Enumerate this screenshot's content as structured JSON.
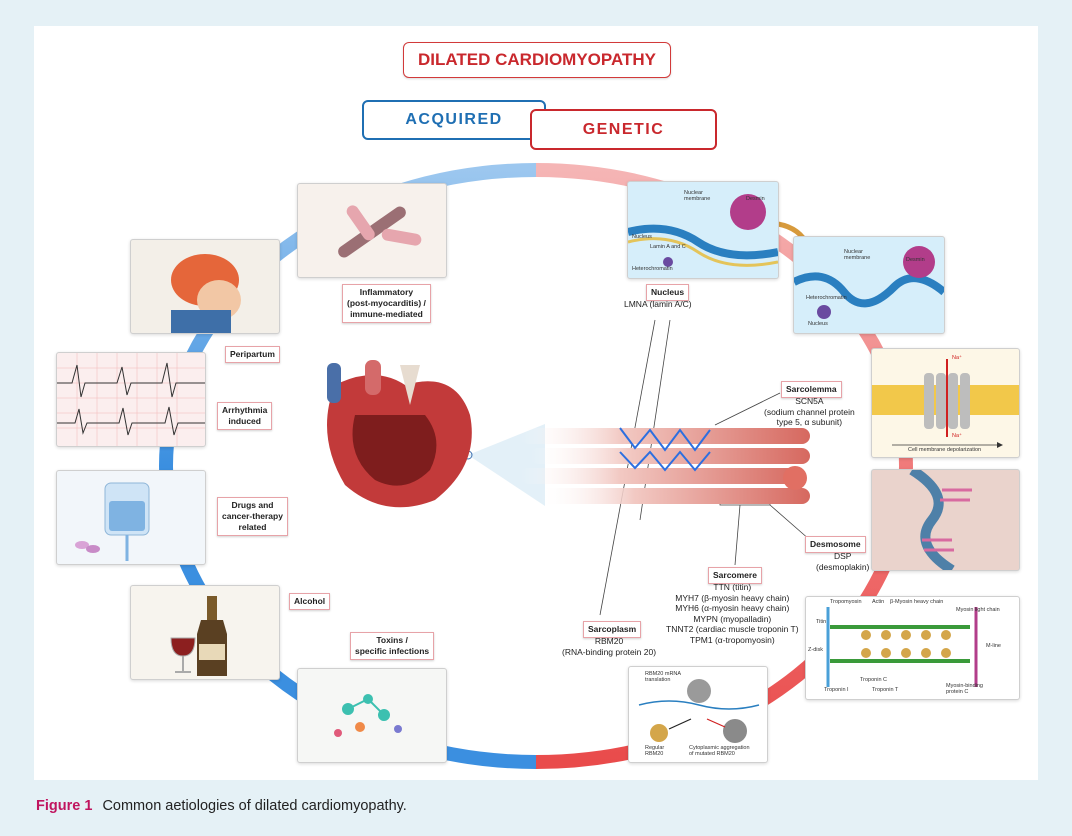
{
  "title": "DILATED CARDIOMYOPATHY",
  "branches": {
    "acquired": "ACQUIRED",
    "genetic": "GENETIC"
  },
  "acquired": {
    "inflammatory": "Inflammatory\n(post-myocarditis) /\nimmune-mediated",
    "peripartum": "Peripartum",
    "arrhythmia": "Arrhythmia\ninduced",
    "drugs": "Drugs and\ncancer-therapy\nrelated",
    "alcohol": "Alcohol",
    "toxins": "Toxins /\nspecific infections"
  },
  "genetic": {
    "nucleus": {
      "label": "Nucleus",
      "genes": "LMNA (lamin A/C)"
    },
    "sarcolemma": {
      "label": "Sarcolemma",
      "genes": "SCN5A\n(sodium channel protein\ntype 5, α subunit)"
    },
    "desmosome": {
      "label": "Desmosome",
      "genes": "DSP\n(desmoplakin)"
    },
    "sarcomere": {
      "label": "Sarcomere",
      "genes": "TTN (titin)\nMYH7 (β-myosin heavy chain)\nMYH6 (α-myosin heavy chain)\nMYPN (myopalladin)\nTNNT2 (cardiac muscle troponin T)\nTPM1 (α-tropomyosin)"
    },
    "sarcoplasm": {
      "label": "Sarcoplasm",
      "genes": "RBM20\n(RNA-binding protein 20)"
    }
  },
  "nucleus_panel": {
    "nuclear_membrane": "Nuclear\nmembrane",
    "desmin": "Desmin",
    "nucleus": "Nucleus",
    "lamin": "Lamin A and C",
    "heterochromatin": "Heterochromatin",
    "nuclear_membrane2": "Nuclear\nmembrane",
    "desmin2": "Desmin",
    "heterochromatin2": "Heterochromatin",
    "nucleus2": "Nucleus"
  },
  "sarcolemma_panel": {
    "na_top": "Na⁺",
    "na_bottom": "Na⁺",
    "depolarization": "Cell membrane depolarization"
  },
  "sarcomere_panel": {
    "tropomyosin": "Tropomyosin",
    "actin": "Actin",
    "myosin_heavy": "β-Myosin heavy chain",
    "myosin_light": "Myosin light chain",
    "titin": "Titin",
    "zdisk": "Z-disk",
    "mline": "M-line",
    "troponin_c": "Troponin C",
    "troponin_i": "Troponin I",
    "troponin_t": "Troponin T",
    "mybpc": "Myosin-binding\nprotein C"
  },
  "rbm20_panel": {
    "translation": "RBM20 mRNA\ntranslation",
    "regular": "Regular\nRBM20",
    "aggregation": "Cytoplasmic aggregation\nof mutated RBM20"
  },
  "caption": {
    "figure": "Figure 1",
    "text": "Common aetiologies of dilated cardiomyopathy."
  },
  "colors": {
    "acquired": "#1f6fb3",
    "genetic": "#c9282d",
    "figure_label": "#c0155f"
  }
}
